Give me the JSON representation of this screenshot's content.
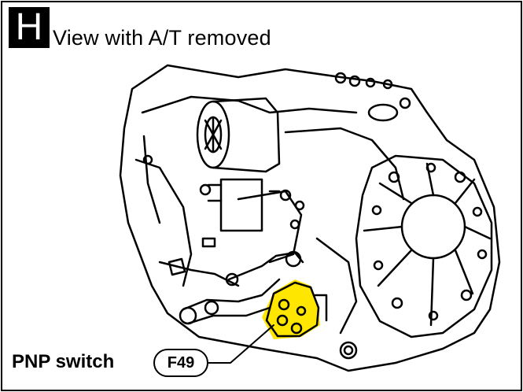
{
  "header": {
    "badge_letter": "H",
    "title": "View with A/T removed"
  },
  "callout": {
    "label": "PNP switch",
    "connector_code": "F49"
  },
  "colors": {
    "highlight": "#FFE600",
    "line": "#000000",
    "background": "#FFFFFF"
  }
}
